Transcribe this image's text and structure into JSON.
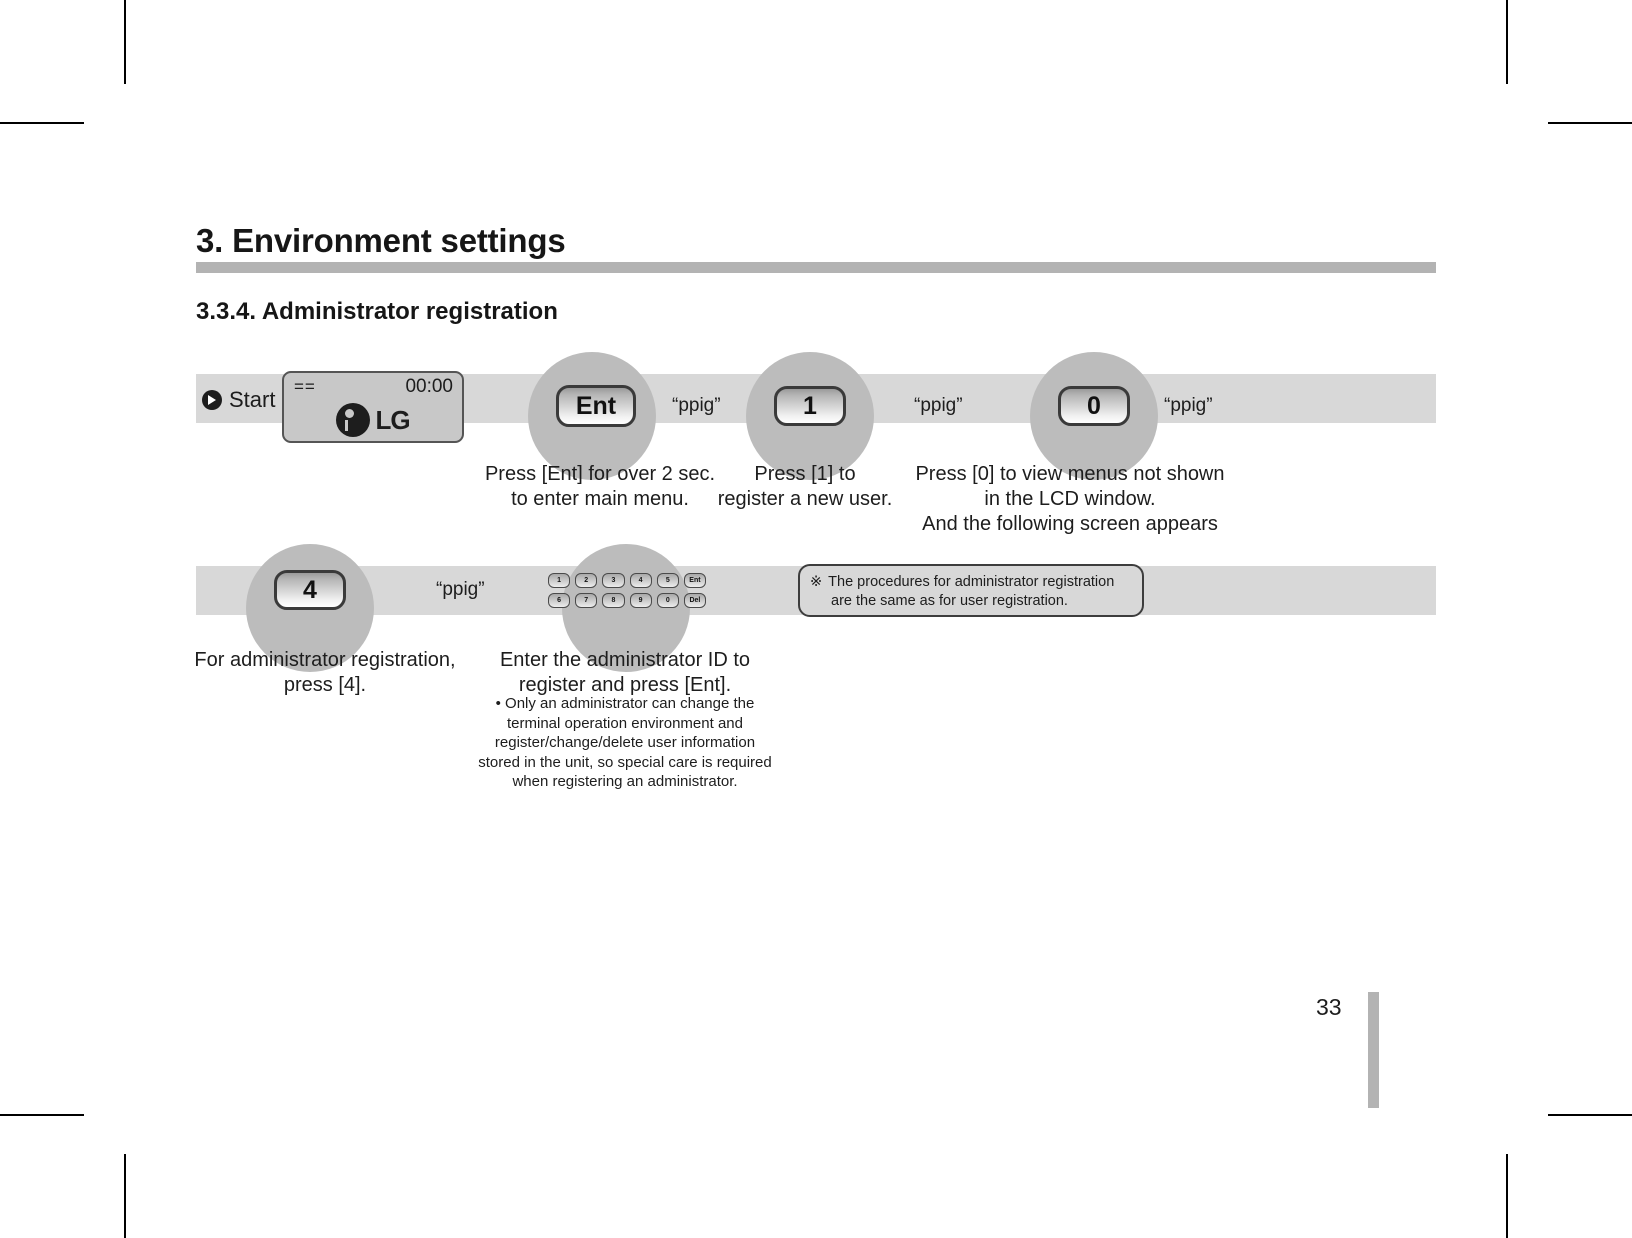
{
  "document": {
    "chapter_title": "3. Environment settings",
    "section_title": "3.3.4. Administrator registration",
    "page_number": "33"
  },
  "flow": {
    "start_label": "Start",
    "lcd": {
      "left_indicator": "==",
      "time": "00:00",
      "logo_text": "LG"
    },
    "sound_label": "“ppig”",
    "steps": [
      {
        "key_label": "Ent",
        "caption_line1": "Press [Ent] for over 2 sec.",
        "caption_line2": "to enter main menu."
      },
      {
        "key_label": "1",
        "caption_line1": "Press [1] to",
        "caption_line2": "register a new user."
      },
      {
        "key_label": "0",
        "caption_line1": "Press [0] to view menus not shown",
        "caption_line2": "in the LCD window.",
        "caption_line3": "And the following screen appears"
      },
      {
        "key_label": "4",
        "caption_line1": "For administrator registration,",
        "caption_line2": "press [4]."
      },
      {
        "caption_line1": "Enter the administrator ID to",
        "caption_line2": "register and press [Ent]."
      }
    ]
  },
  "keypad": {
    "row1": [
      "1",
      "2",
      "3",
      "4",
      "5",
      "Ent"
    ],
    "row2": [
      "6",
      "7",
      "8",
      "9",
      "0",
      "Del"
    ]
  },
  "bullet_note": {
    "line1": "• Only an administrator can change the",
    "line2": "terminal operation environment and",
    "line3": "register/change/delete user information",
    "line4": "stored in the unit, so special care is required",
    "line5": "when registering an administrator."
  },
  "note_box": {
    "mark": "※",
    "line1": "The procedures for administrator registration",
    "line2": "are the same as for user registration."
  },
  "colors": {
    "rule_gray": "#b3b3b3",
    "band_gray": "#d8d8d8",
    "circle_gray": "#bcbcbc",
    "text": "#1d1d1d"
  }
}
